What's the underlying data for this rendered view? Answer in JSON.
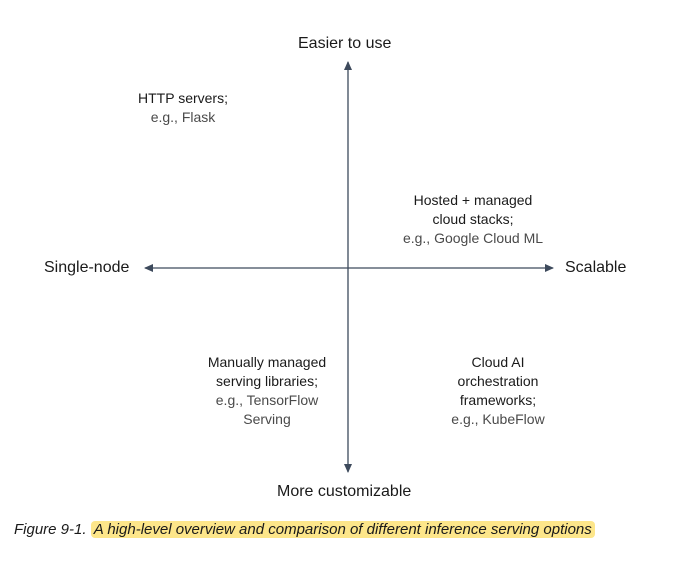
{
  "axes": {
    "top": "Easier to use",
    "bottom": "More customizable",
    "left": "Single-node",
    "right": "Scalable",
    "line_color": "#3d4a5c"
  },
  "quadrants": {
    "top_left": {
      "lines": [
        "HTTP servers;"
      ],
      "example": "e.g., Flask"
    },
    "top_right": {
      "lines": [
        "Hosted + managed",
        "cloud stacks;"
      ],
      "example": "e.g., Google Cloud ML"
    },
    "bottom_left": {
      "lines": [
        "Manually managed",
        "serving libraries;"
      ],
      "example_lines": [
        "e.g., TensorFlow",
        "Serving"
      ]
    },
    "bottom_right": {
      "lines": [
        "Cloud AI",
        "orchestration",
        "frameworks;"
      ],
      "example": "e.g., KubeFlow"
    }
  },
  "caption": {
    "prefix": "Figure 9-1.",
    "text": "A high-level overview and comparison of different inference serving options",
    "highlight_color": "#fde68a"
  }
}
